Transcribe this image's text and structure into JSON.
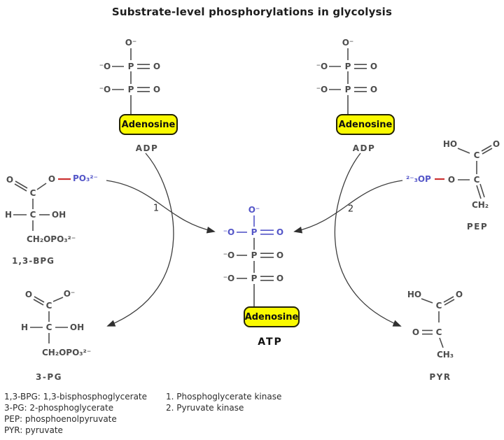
{
  "title": "Substrate-level phosphorylations in glycolysis",
  "labels": {
    "adp": "ADP",
    "atp": "ATP",
    "adenosine": "Adenosine",
    "bpg": "1,3-BPG",
    "pg": "3-PG",
    "pep": "PEP",
    "pyr": "PYR",
    "step1": "1",
    "step2": "2"
  },
  "atoms": {
    "o": "O",
    "o_neg": "O⁻",
    "neg_o": "⁻O",
    "p": "P",
    "c": "C",
    "h": "H",
    "oh": "OH",
    "ho": "HO",
    "po3": "PO₃²⁻",
    "op3": "²⁻₃OP",
    "ch2opo3": "CH₂OPO₃²⁻",
    "ch2": "CH₂",
    "ch3": "CH₃"
  },
  "legend": {
    "abbreviations": [
      "1,3-BPG: 1,3-bisphosphoglycerate",
      "3-PG: 2-phosphoglycerate",
      "PEP: phosphoenolpyruvate",
      "PYR: pyruvate"
    ],
    "enzymes": [
      "1. Phosphoglycerate kinase",
      "2. Pyruvate kinase"
    ]
  },
  "colors": {
    "blue": "#5456c8",
    "red": "#cc3333",
    "yellow": "#fafa00",
    "gray": "#4d4d4d",
    "arrow": "#3d3d3d",
    "text": "#1d1d1d"
  }
}
